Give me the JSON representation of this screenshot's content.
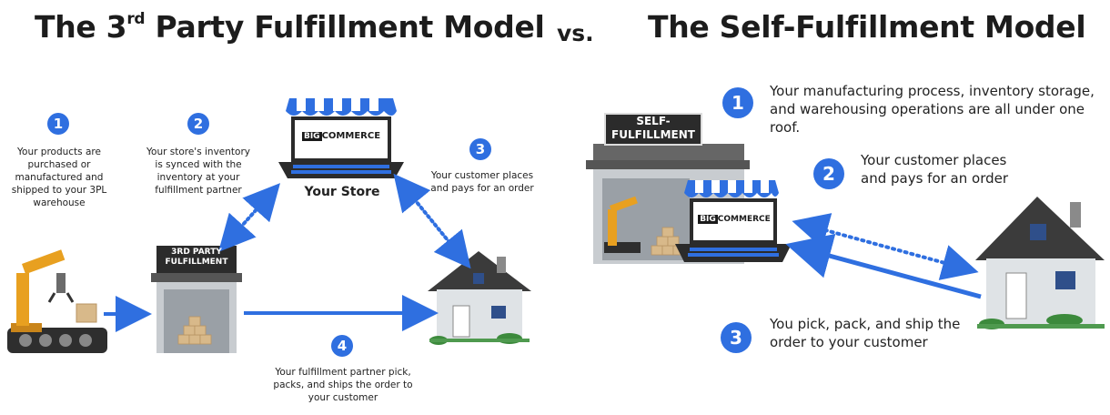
{
  "left": {
    "title_pre": "The 3",
    "title_sup": "rd",
    "title_post": " Party Fulfillment Model",
    "steps": [
      {
        "num": "1",
        "text": "Your products are purchased or manufactured and shipped to your 3PL warehouse"
      },
      {
        "num": "2",
        "text": "Your store's inventory is synced with the inventory at your fulfillment partner"
      },
      {
        "num": "3",
        "text": "Your customer places and pays for an order"
      },
      {
        "num": "4",
        "text": "Your fulfillment partner pick, packs, and ships the order to your customer"
      }
    ],
    "store_label": "Your Store",
    "sign_line1": "3RD PARTY",
    "sign_line2": "FULFILLMENT",
    "brand_big": "BIG",
    "brand_rest": "COMMERCE"
  },
  "vs": "vs.",
  "right": {
    "title": "The Self-Fulfillment Model",
    "steps": [
      {
        "num": "1",
        "text": "Your manufacturing process, inventory storage, and warehousing operations are all under one roof."
      },
      {
        "num": "2",
        "text": "Your customer places and pays for an order"
      },
      {
        "num": "3",
        "text": "You pick, pack, and ship the order to your customer"
      }
    ],
    "sign_line1": "SELF-",
    "sign_line2": "FULFILLMENT",
    "brand_big": "BIG",
    "brand_rest": "COMMERCE"
  },
  "colors": {
    "accent_blue": "#2f6fe0",
    "dark_gray": "#3a3a3a",
    "box_tan": "#d8b98a",
    "robot_orange": "#e8a020",
    "house_gray": "#dfe3e6"
  }
}
